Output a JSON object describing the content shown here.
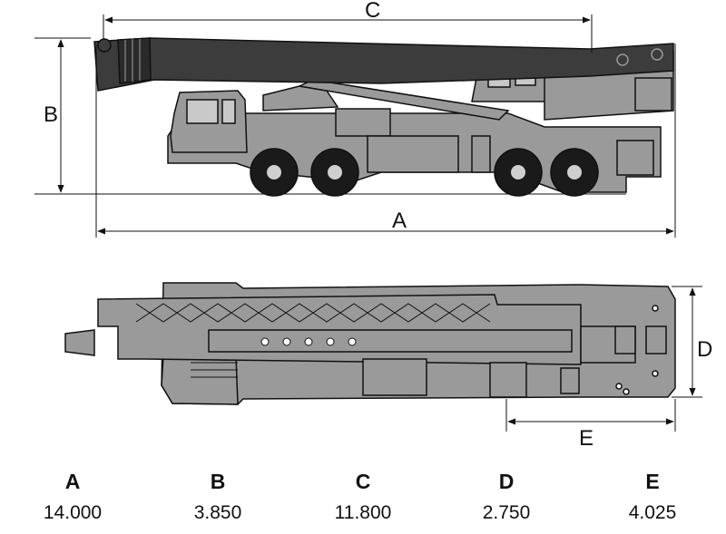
{
  "dimension_labels": {
    "a": "A",
    "b": "B",
    "c": "C",
    "d": "D",
    "e": "E"
  },
  "table": {
    "columns": [
      {
        "key": "A",
        "value": "14.000"
      },
      {
        "key": "B",
        "value": "3.850"
      },
      {
        "key": "C",
        "value": "11.800"
      },
      {
        "key": "D",
        "value": "2.750"
      },
      {
        "key": "E",
        "value": "4.025"
      }
    ]
  },
  "colors": {
    "body": "#9a9a9a",
    "boom": "#3c3c3c",
    "outline": "#111111",
    "wheel": "#1a1a1a"
  }
}
